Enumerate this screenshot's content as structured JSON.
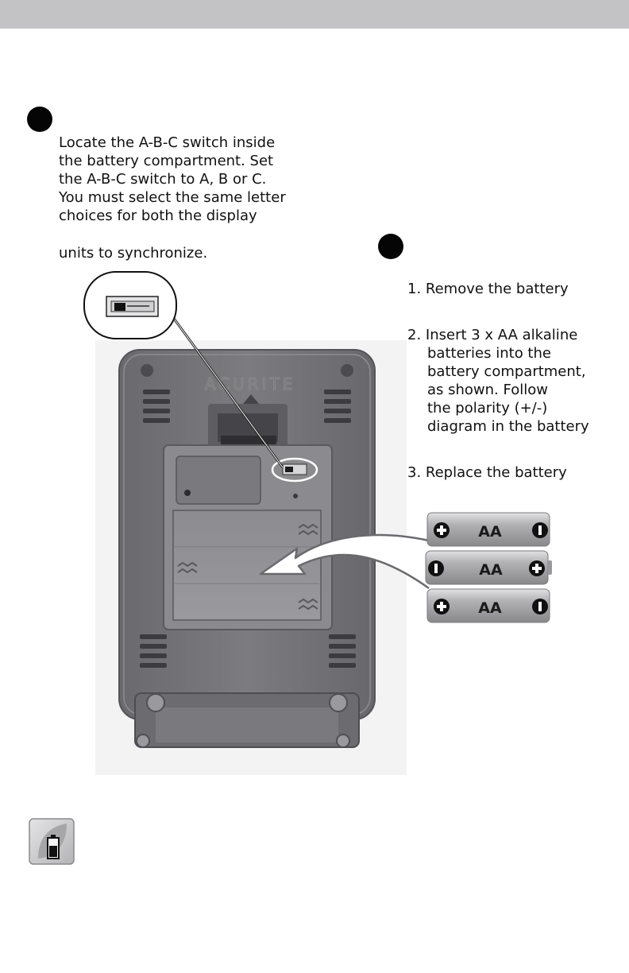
{
  "step1": {
    "lines": [
      "Locate the A-B-C switch inside",
      "the battery compartment. Set",
      "the A-B-C switch to A, B or C.",
      "You must select the same letter",
      "choices for both the display"
    ],
    "last_line": "units to synchronize."
  },
  "step2": {
    "items": [
      {
        "lines": [
          "1. Remove the battery"
        ]
      },
      {
        "lines": [
          "2. Insert 3 x AA alkaline",
          "batteries into the",
          "battery compartment,",
          "as shown. Follow",
          "the polarity (+/-)",
          "diagram in the battery"
        ]
      },
      {
        "lines": [
          "3. Replace the battery"
        ]
      }
    ]
  },
  "device": {
    "brand": "ACURITE"
  },
  "batteries": [
    {
      "label": "AA",
      "left_terminal": "+",
      "right_terminal": "-"
    },
    {
      "label": "AA",
      "left_terminal": "-",
      "right_terminal": "+"
    },
    {
      "label": "AA",
      "left_terminal": "+",
      "right_terminal": "-"
    }
  ],
  "tip_icon": "tip-leaf-battery-icon",
  "colors": {
    "header_bar": "#c3c3c5",
    "device_body": "#77777b",
    "battery_body": "#a8a8ab"
  }
}
